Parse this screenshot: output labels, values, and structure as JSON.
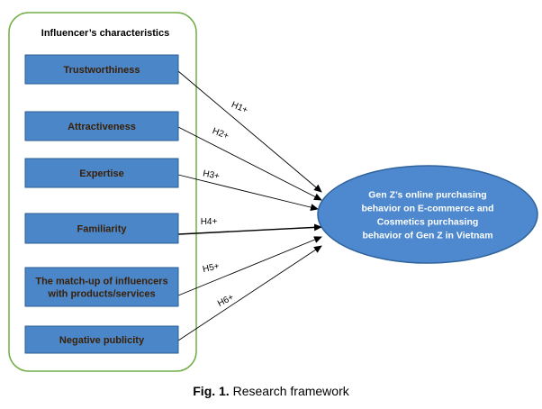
{
  "group": {
    "title": "Influencer’s characteristics"
  },
  "factors": [
    {
      "id": "trustworthiness",
      "lines": [
        "Trustworthiness"
      ]
    },
    {
      "id": "attractiveness",
      "lines": [
        "Attractiveness"
      ]
    },
    {
      "id": "expertise",
      "lines": [
        "Expertise"
      ]
    },
    {
      "id": "familiarity",
      "lines": [
        "Familiarity"
      ]
    },
    {
      "id": "match-up",
      "lines": [
        "The match-up of influencers",
        "with products/services"
      ]
    },
    {
      "id": "negative-publicity",
      "lines": [
        "Negative publicity"
      ]
    }
  ],
  "outcome": {
    "lines": [
      "Gen Z’s online purchasing",
      "behavior on E-commerce and",
      "Cosmetics purchasing",
      "behavior of Gen Z in Vietnam"
    ]
  },
  "hypotheses": [
    "H1+",
    "H2+",
    "H3+",
    "H4+",
    "H5+",
    "H6+"
  ],
  "caption": {
    "prefix": "Fig. 1.",
    "text": "Research framework"
  },
  "colors": {
    "group_border": "#70ad47",
    "box_fill": "#4a86c8",
    "box_border": "#2e5f93",
    "ellipse_fill": "#4e89cf",
    "ellipse_border": "#2f639c",
    "arrow": "#000000"
  }
}
